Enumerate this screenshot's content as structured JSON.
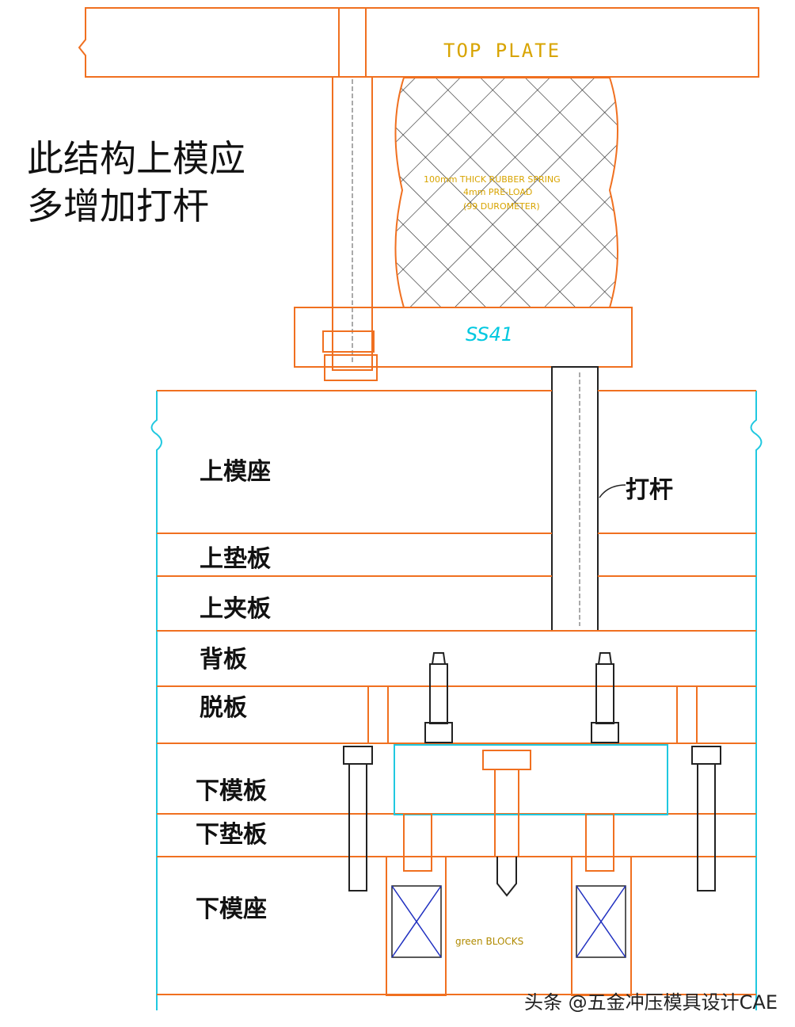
{
  "note": {
    "line1": "此结构上模应",
    "line2": "多增加打杆"
  },
  "labels": {
    "top_plate": "TOP  PLATE",
    "ss41": "SS41",
    "spring_line1": "100mm THICK RUBBER SPRING",
    "spring_line2": "4mm PRE-LOAD",
    "spring_line3": "(99 DUROMETER)",
    "knockout_rod": "打杆",
    "upper_die_shoe": "上模座",
    "upper_backing_plate": "上垫板",
    "upper_clamp_plate": "上夹板",
    "back_plate": "背板",
    "stripper_plate": "脱板",
    "lower_die_plate": "下模板",
    "lower_backing_plate": "下垫板",
    "lower_die_shoe": "下模座",
    "green_blocks": "green BLOCKS"
  },
  "watermark": "头条 @五金冲压模具设计CAE",
  "colors": {
    "plate_outline": "#f07020",
    "shoe_outline": "#20c8e0",
    "text_yellow": "#d8a400",
    "mesh": "#222222",
    "cross": "#2030c0"
  }
}
